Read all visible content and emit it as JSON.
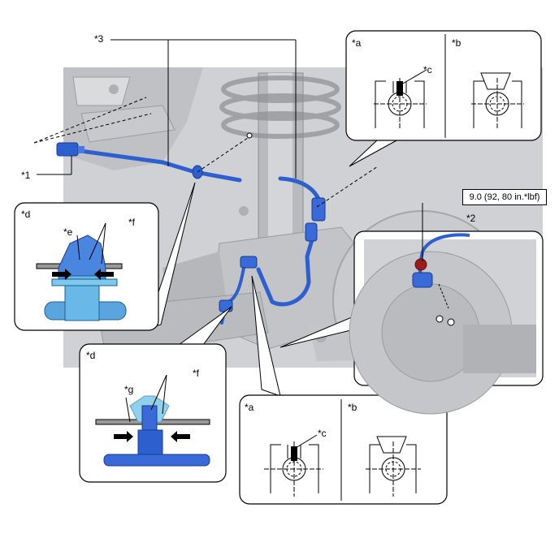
{
  "diagram": {
    "callouts": {
      "c1": "*1",
      "c2": "*2",
      "c3": "*3"
    },
    "detail_labels": {
      "a_top": "*a",
      "b_top": "*b",
      "c_top": "*c",
      "a_bot": "*a",
      "b_bot": "*b",
      "c_bot": "*c",
      "d_left": "*d",
      "e_left": "*e",
      "f_left": "*f",
      "d_bot": "*d",
      "g_bot": "*g",
      "f_bot": "*f"
    },
    "torque": "9.0 (92, 80 in.*lbf)",
    "colors": {
      "harness": "#2e5fcf",
      "clip": "#8fd0ea",
      "bolt": "#9b1c1c",
      "photo_bg": "#cfd1d4"
    }
  }
}
